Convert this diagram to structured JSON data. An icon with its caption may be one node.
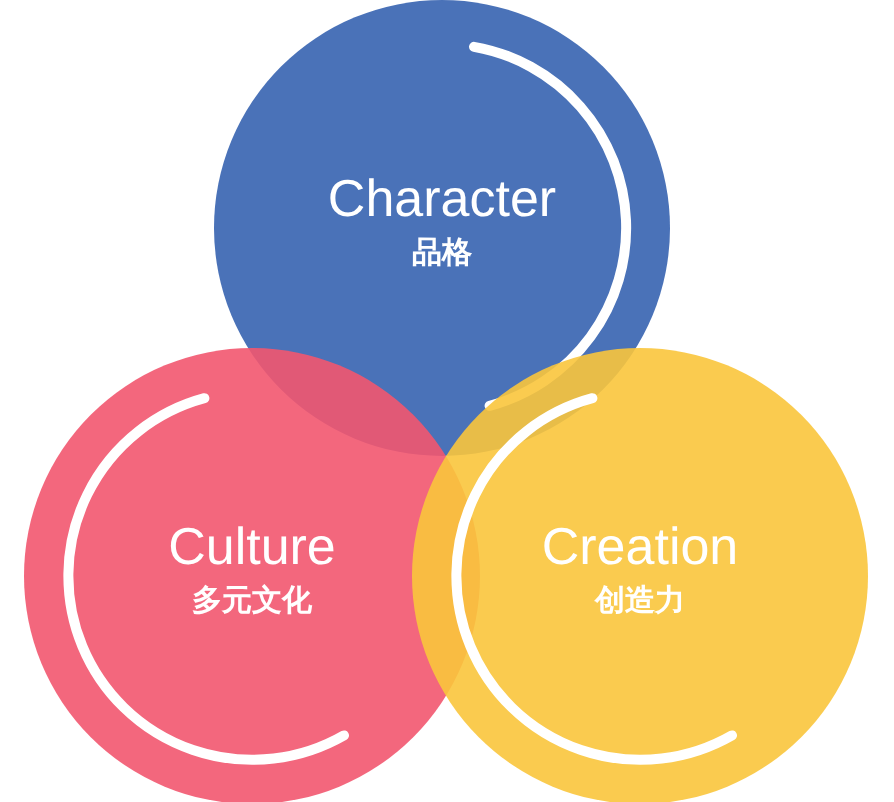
{
  "diagram": {
    "nodes": [
      {
        "text": [
          "Character",
          "品格"
        ]
      },
      {
        "text": [
          "Culture",
          "多元文化"
        ]
      },
      {
        "text": [
          "Creation",
          "创造力"
        ]
      }
    ]
  }
}
